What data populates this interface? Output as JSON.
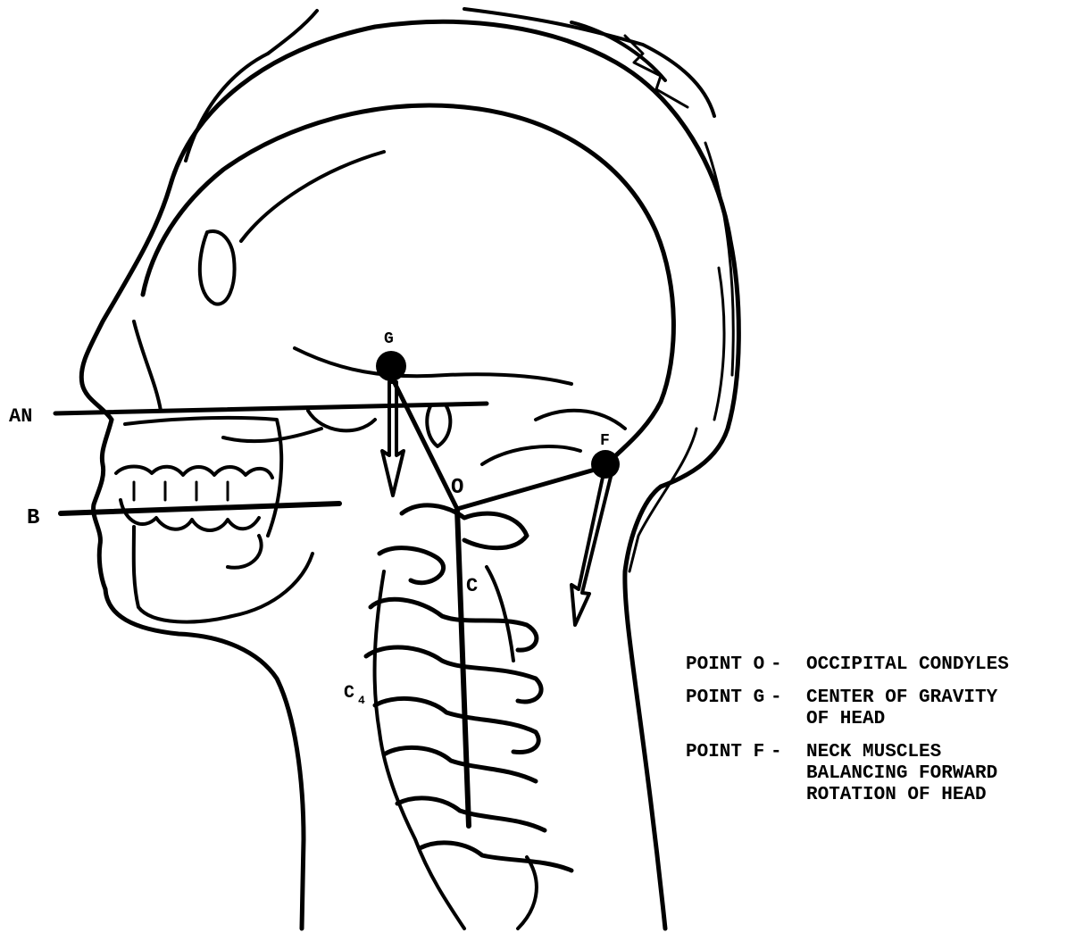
{
  "labels": {
    "an": "AN",
    "b": "B",
    "g": "G",
    "o": "O",
    "f": "F",
    "c": "C",
    "c4": "C",
    "c4_sub": "4"
  },
  "legend": [
    {
      "key": "POINT O",
      "dash": "-",
      "text": "OCCIPITAL CONDYLES"
    },
    {
      "key": "POINT G",
      "dash": "-",
      "text": "CENTER OF GRAVITY\nOF HEAD"
    },
    {
      "key": "POINT F",
      "dash": "-",
      "text": "NECK MUSCLES\nBALANCING FORWARD\nROTATION OF HEAD"
    }
  ]
}
